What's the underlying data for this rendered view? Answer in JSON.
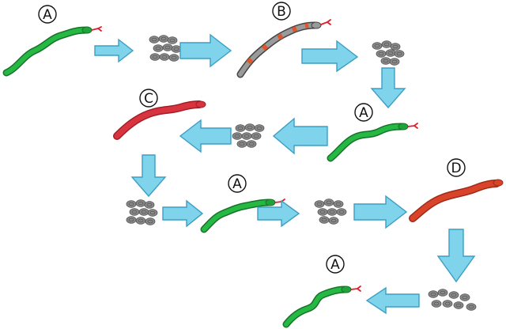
{
  "colors": {
    "arrow": "#7fd3ea",
    "arrow_edge": "#3b9fc4",
    "green": "#1fa33a",
    "red": "#d8343f",
    "orange_red": "#d9432a",
    "gray_body": "#8c8c8c",
    "orange_band": "#e0562b",
    "egg": "#8a8a8a",
    "tongue": "#e11d2a"
  },
  "snakes": [
    {
      "label": "A",
      "color": "green"
    },
    {
      "label": "B",
      "color": "gray-banded"
    },
    {
      "label": "A",
      "color": "green"
    },
    {
      "label": "C",
      "color": "red"
    },
    {
      "label": "A",
      "color": "green"
    },
    {
      "label": "D",
      "color": "orange-red"
    },
    {
      "label": "A",
      "color": "green"
    }
  ],
  "egg_clutches": 6,
  "arrows": 12
}
